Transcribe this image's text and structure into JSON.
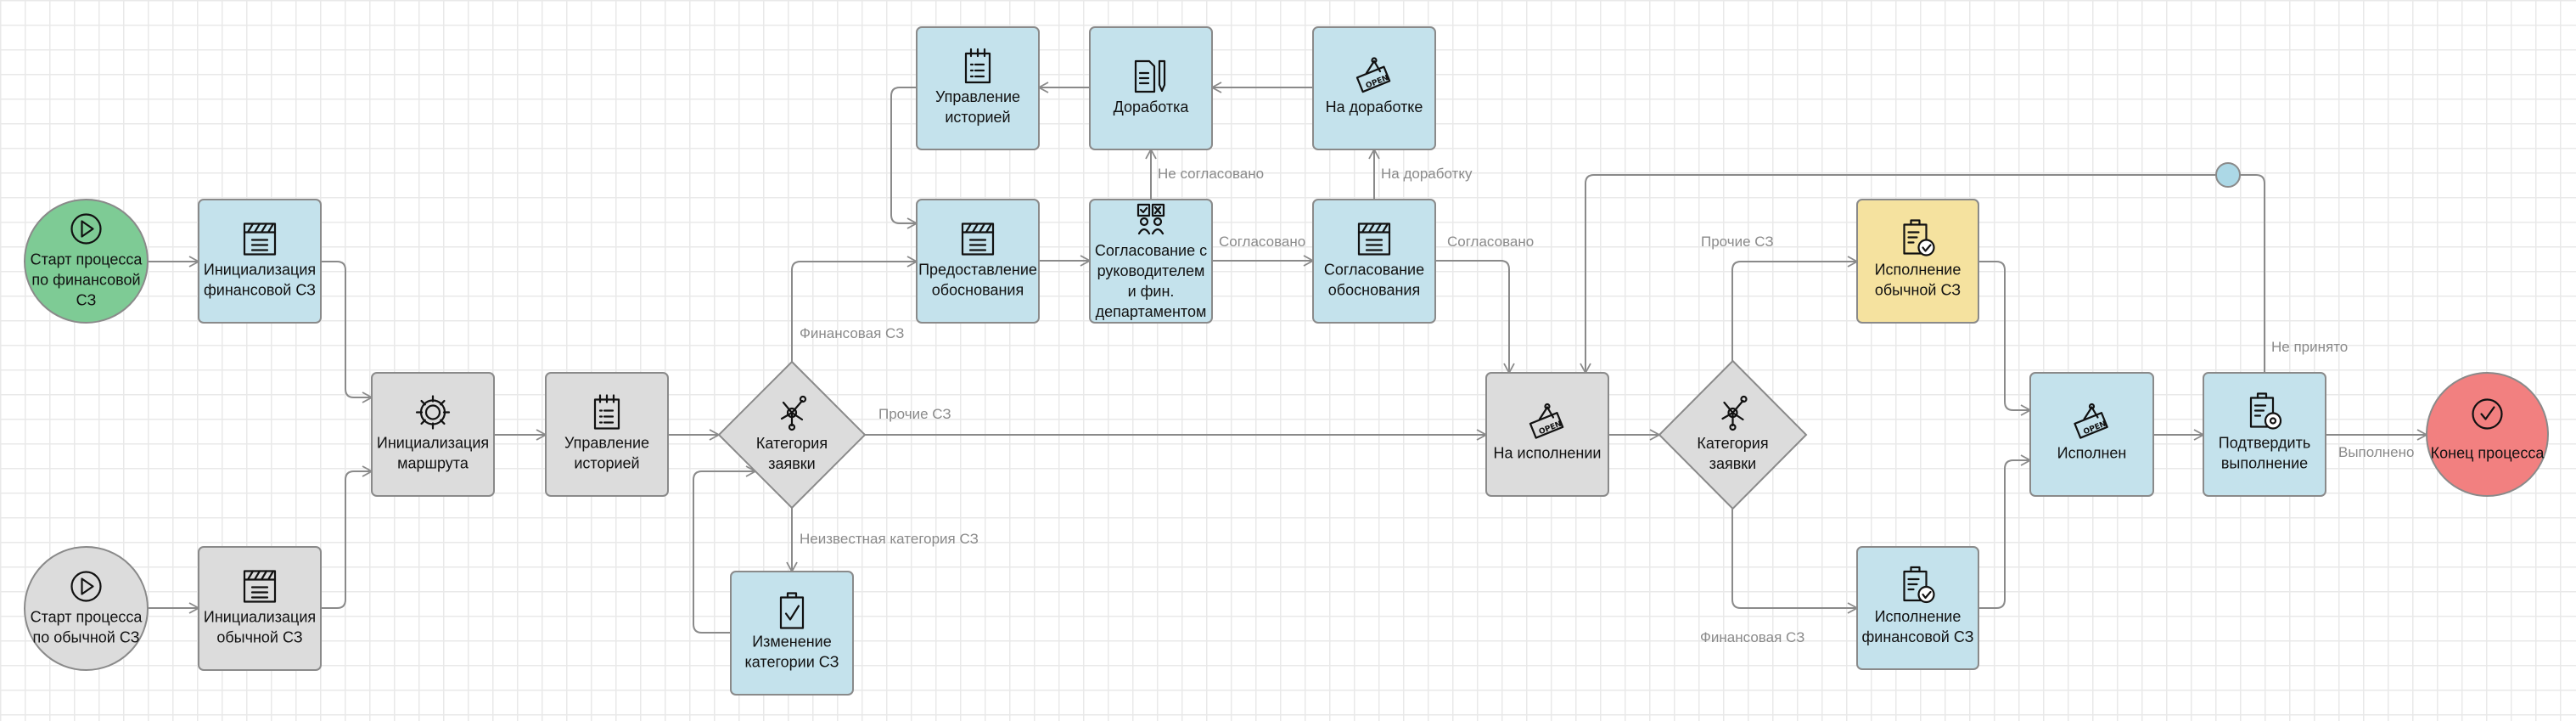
{
  "colors": {
    "green": "#7ecb95",
    "blue": "#c4e2ec",
    "gray": "#dcdcdc",
    "yellow": "#f5e29f",
    "red": "#f28080",
    "junction": "#acd8e6",
    "stroke": "#8a8a8a"
  },
  "nodes": {
    "start_fin": {
      "label": [
        "Старт процесса",
        "по финансовой",
        "СЗ"
      ],
      "color": "green",
      "icon": "play-icon"
    },
    "init_fin": {
      "label": [
        "Инициализация",
        "финансовой СЗ"
      ],
      "color": "blue",
      "icon": "clapperboard-icon"
    },
    "start_norm": {
      "label": [
        "Старт процесса",
        "по обычной СЗ"
      ],
      "color": "gray",
      "icon": "play-icon"
    },
    "init_norm": {
      "label": [
        "Инициализация",
        "обычной СЗ"
      ],
      "color": "gray",
      "icon": "clapperboard-icon"
    },
    "init_route": {
      "label": [
        "Инициализация",
        "маршрута"
      ],
      "color": "gray",
      "icon": "gear-icon"
    },
    "hist1": {
      "label": [
        "Управление",
        "историей"
      ],
      "color": "gray",
      "icon": "notepad-icon"
    },
    "gw1": {
      "label": [
        "Категория",
        "заявки"
      ],
      "color": "gray",
      "icon": "network-icon"
    },
    "change_cat": {
      "label": [
        "Изменение",
        "категории СЗ"
      ],
      "color": "blue",
      "icon": "clipboard-check-icon"
    },
    "hist2": {
      "label": [
        "Управление",
        "историей"
      ],
      "color": "blue",
      "icon": "notepad-icon"
    },
    "rework": {
      "label": [
        "Доработка"
      ],
      "color": "blue",
      "icon": "document-pen-icon"
    },
    "on_rework": {
      "label": [
        "На доработке"
      ],
      "color": "blue",
      "icon": "open-sign-icon"
    },
    "provide": {
      "label": [
        "Предоставление",
        "обоснования"
      ],
      "color": "blue",
      "icon": "clapperboard-icon"
    },
    "approve_mgr": {
      "label": [
        "Согласование с",
        "руководителем",
        "и фин.",
        "департаментом"
      ],
      "color": "blue",
      "icon": "approval-people-icon"
    },
    "approve_just": {
      "label": [
        "Согласование",
        "обоснования"
      ],
      "color": "blue",
      "icon": "clapperboard-icon"
    },
    "in_exec": {
      "label": [
        "На исполнении"
      ],
      "color": "gray",
      "icon": "open-sign-icon"
    },
    "gw2": {
      "label": [
        "Категория",
        "заявки"
      ],
      "color": "gray",
      "icon": "network-icon"
    },
    "exec_norm": {
      "label": [
        "Исполнение",
        "обычной СЗ"
      ],
      "color": "yellow",
      "icon": "clipboard-done-icon"
    },
    "exec_fin": {
      "label": [
        "Исполнение",
        "финансовой СЗ"
      ],
      "color": "blue",
      "icon": "clipboard-done-icon"
    },
    "done": {
      "label": [
        "Исполнен"
      ],
      "color": "blue",
      "icon": "open-sign-icon"
    },
    "confirm": {
      "label": [
        "Подтвердить",
        "выполнение"
      ],
      "color": "blue",
      "icon": "clipboard-gear-icon"
    },
    "end": {
      "label": [
        "Конец процесса"
      ],
      "color": "red",
      "icon": "check-circle-icon"
    },
    "junction": {
      "label": [],
      "color": "junction",
      "icon": ""
    }
  },
  "edges": {
    "gw1_provide": "Финансовая СЗ",
    "gw1_in_exec": "Прочие СЗ",
    "gw1_change": "Неизвестная категория СЗ",
    "mgr_just": "Согласовано",
    "mgr_rework": "Не согласовано",
    "just_onrework": "На доработку",
    "just_exec": "Согласовано",
    "gw2_norm": "Прочие СЗ",
    "gw2_fin": "Финансовая СЗ",
    "confirm_end": "Выполнено",
    "confirm_junction": "Не принято"
  }
}
